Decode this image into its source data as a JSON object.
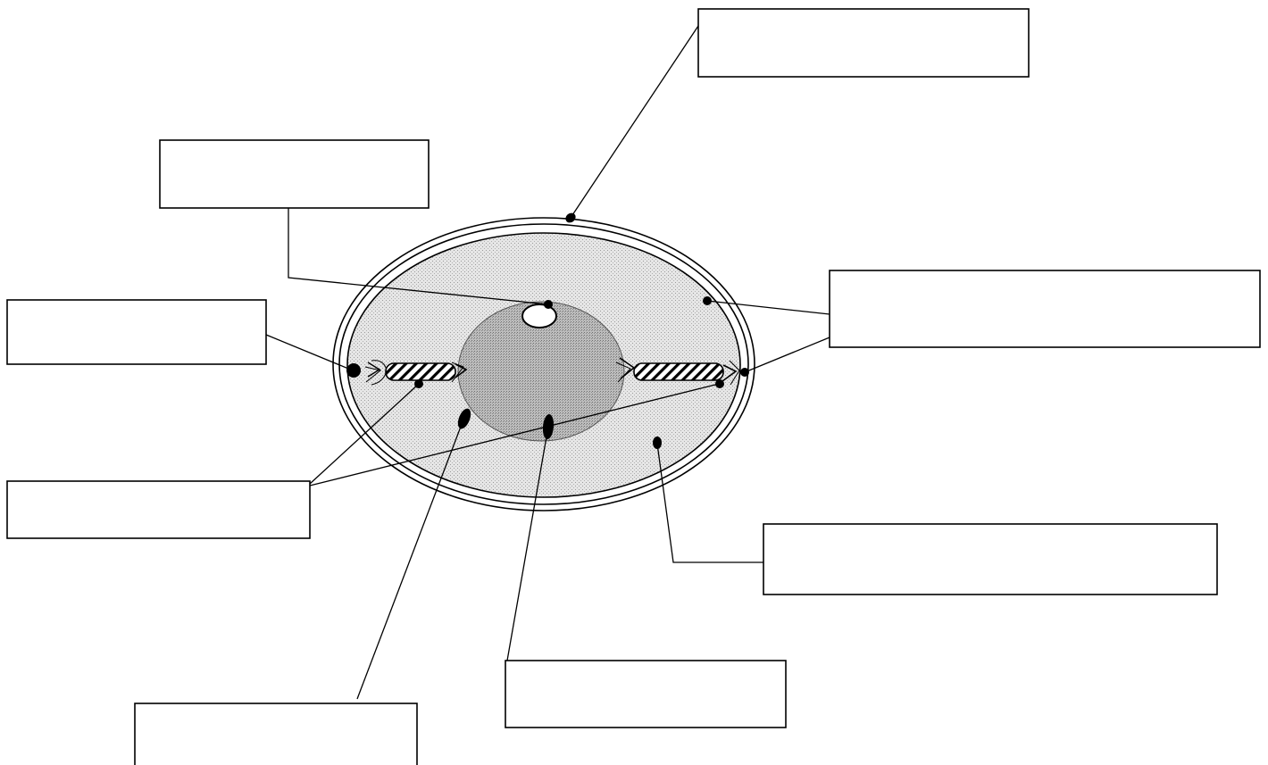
{
  "diagram": {
    "labels": [
      {
        "id": "outer-membrane",
        "text": ""
      },
      {
        "id": "nucleolus",
        "text": ""
      },
      {
        "id": "cytoplasm-or-shell",
        "text": ""
      },
      {
        "id": "left-pole",
        "text": ""
      },
      {
        "id": "spindle-bodies",
        "text": ""
      },
      {
        "id": "outer-region",
        "text": ""
      },
      {
        "id": "left-nucleus-edge",
        "text": ""
      },
      {
        "id": "nucleus",
        "text": ""
      }
    ],
    "colors": {
      "stroke": "#000000",
      "shell_fill": "#dcdcdc",
      "nucleus_fill": "#b8b8b8",
      "hatch": "#000000"
    }
  }
}
